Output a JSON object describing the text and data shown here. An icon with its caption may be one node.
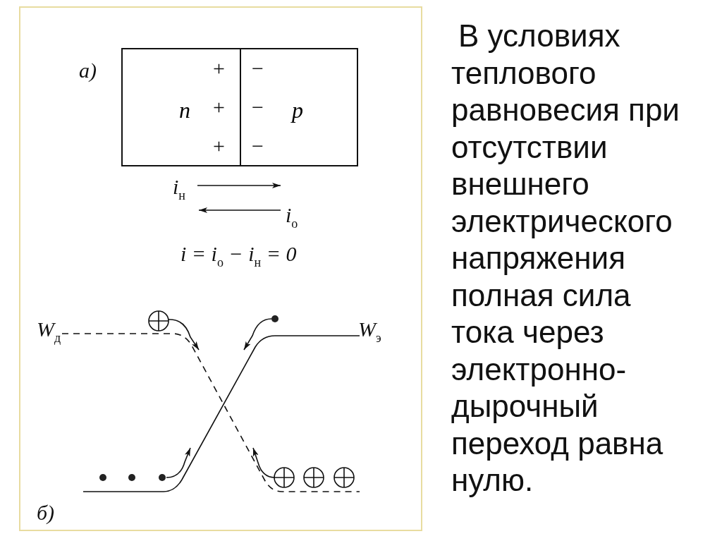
{
  "diagram": {
    "nodes": [
      {
        "text": [
          "n"
        ]
      },
      {
        "text": [
          "p"
        ]
      }
    ],
    "edges": [],
    "labels": [
      "а)",
      "+",
      "−",
      "+",
      "−",
      "+",
      "−",
      "i$_{н}$",
      "i$_{о}$",
      "i = i$_{о}$ − i$_{н}$ = 0",
      "W$_{д}$",
      "W$_{э}$",
      "б)",
      "В условиях теплового равновесия при отсутствии внешнего электрического напряжения полная сила тока через электронно-дырочный переход равна нулю."
    ]
  }
}
